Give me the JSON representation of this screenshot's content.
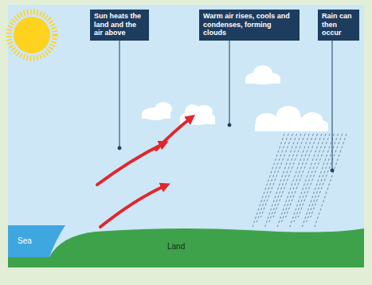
{
  "diagram": {
    "nodes": [
      {
        "text": [
          "Sun heats the land and the air above"
        ]
      },
      {
        "text": [
          "Warm air rises, cools and condenses, forming clouds"
        ]
      },
      {
        "text": [
          "Rain can then occur"
        ]
      },
      {
        "text": [
          "Sea"
        ]
      },
      {
        "text": [
          "Land"
        ]
      }
    ]
  }
}
